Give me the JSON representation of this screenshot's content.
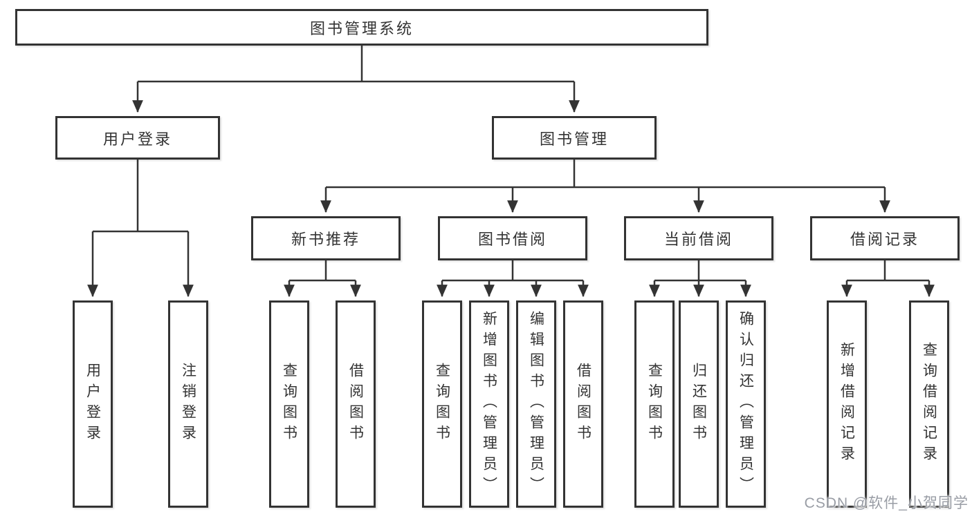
{
  "diagram_title": "图书管理系统",
  "tree": {
    "root": {
      "label": "图书管理系统"
    },
    "children": [
      {
        "label": "用户登录",
        "children": [
          {
            "label": "用户登录"
          },
          {
            "label": "注销登录"
          }
        ]
      },
      {
        "label": "图书管理",
        "children": [
          {
            "label": "新书推荐",
            "children": [
              {
                "label": "查询图书"
              },
              {
                "label": "借阅图书"
              }
            ]
          },
          {
            "label": "图书借阅",
            "children": [
              {
                "label": "查询图书"
              },
              {
                "label": "新增图书（管理员）"
              },
              {
                "label": "编辑图书（管理员）"
              },
              {
                "label": "借阅图书"
              }
            ]
          },
          {
            "label": "当前借阅",
            "children": [
              {
                "label": "查询图书"
              },
              {
                "label": "归还图书"
              },
              {
                "label": "确认归还（管理员）"
              }
            ]
          },
          {
            "label": "借阅记录",
            "children": [
              {
                "label": "新增借阅记录"
              },
              {
                "label": "查询借阅记录"
              }
            ]
          }
        ]
      }
    ]
  },
  "watermark": "CSDN @软件_小贺同学",
  "colors": {
    "line": "#333333",
    "box_border": "#333333",
    "box_fill": "#ffffff",
    "text": "#333333",
    "watermark": "#9498a0"
  }
}
